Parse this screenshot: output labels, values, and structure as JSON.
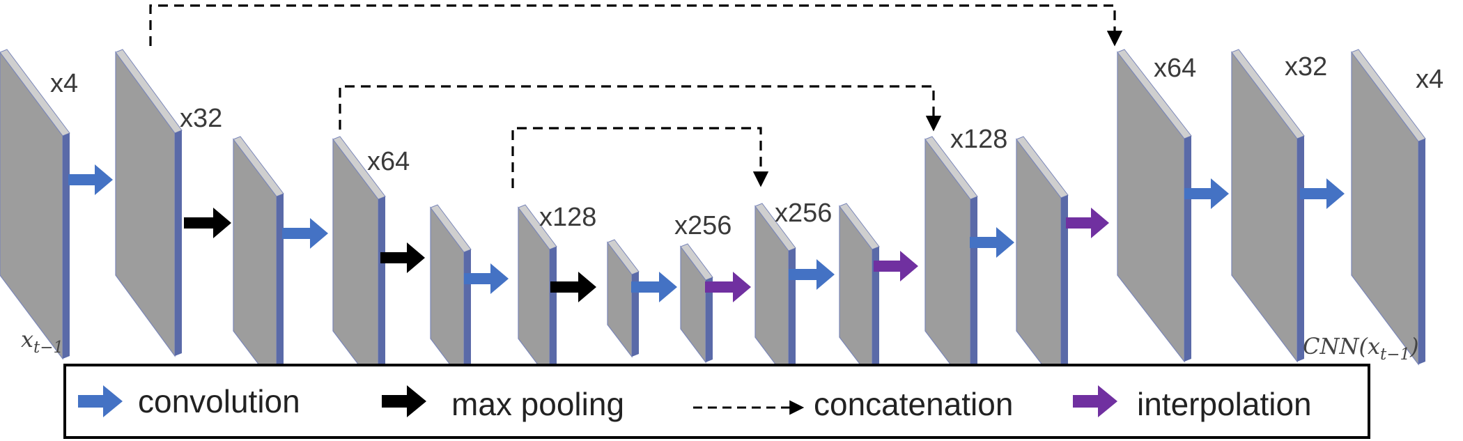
{
  "colors": {
    "convolution": "#4472c4",
    "max_pooling": "#000000",
    "interpolation": "#7030a0",
    "block_front": "#9d9d9d",
    "block_top": "#cfcfcf",
    "block_side": "#5a6aa8"
  },
  "input_label": {
    "base": "x",
    "subscript": "t−1"
  },
  "output_label": {
    "prefix": "CNN(",
    "base": "x",
    "subscript": "t−1",
    "suffix": ")"
  },
  "channel_labels": [
    "x4",
    "x32",
    "x64",
    "x128",
    "x256",
    "x256",
    "x128",
    "x64",
    "x32",
    "x4"
  ],
  "legend": {
    "convolution": "convolution",
    "max_pooling": "max pooling",
    "concatenation": "concatenation",
    "interpolation": "interpolation"
  }
}
